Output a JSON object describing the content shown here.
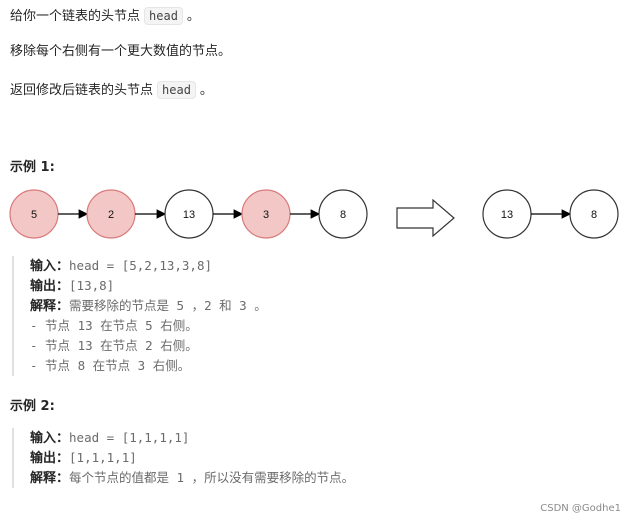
{
  "intro": {
    "line1_pre": "给你一个链表的头节点",
    "line1_code": "head",
    "line1_post": "。",
    "line2": "移除每个右侧有一个更大数值的节点。",
    "line3_pre": "返回修改后链表的头节点",
    "line3_code": "head",
    "line3_post": "。"
  },
  "example1": {
    "title": "示例 1:",
    "diagram": {
      "input_nodes": [
        {
          "label": "5",
          "removed": true
        },
        {
          "label": "2",
          "removed": true
        },
        {
          "label": "13",
          "removed": false
        },
        {
          "label": "3",
          "removed": true
        },
        {
          "label": "8",
          "removed": false
        }
      ],
      "output_nodes": [
        {
          "label": "13"
        },
        {
          "label": "8"
        }
      ],
      "removed_fill": "#f4c7c7",
      "removed_stroke": "#d97a7a"
    },
    "input_label": "输入：",
    "input_value": "head = [5,2,13,3,8]",
    "output_label": "输出：",
    "output_value": "[13,8]",
    "explain_label": "解释：",
    "explain_value": "需要移除的节点是 5 ，2 和 3 。",
    "details": [
      "- 节点 13 在节点 5 右侧。",
      "- 节点 13 在节点 2 右侧。",
      "- 节点 8 在节点 3 右侧。"
    ]
  },
  "example2": {
    "title": "示例 2:",
    "input_label": "输入：",
    "input_value": "head = [1,1,1,1]",
    "output_label": "输出：",
    "output_value": "[1,1,1,1]",
    "explain_label": "解释：",
    "explain_value": "每个节点的值都是 1 ，所以没有需要移除的节点。"
  },
  "watermark": "CSDN @Godhe1"
}
